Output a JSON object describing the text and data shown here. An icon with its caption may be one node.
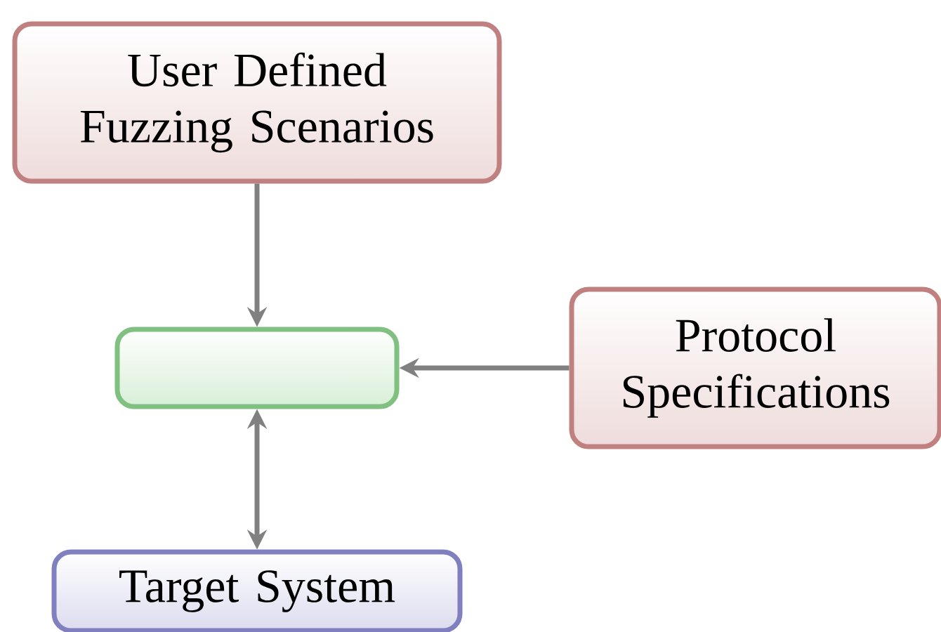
{
  "diagram": {
    "nodes": [
      {
        "text": [
          "User Defined Fuzzing Scenarios"
        ]
      },
      {
        "text": [],
        "shape": "box"
      },
      {
        "text": [
          "Protocol Specifications"
        ]
      },
      {
        "text": [
          "Target System"
        ]
      }
    ],
    "edges": [
      {
        "from": 0,
        "to": 1,
        "arrow": "to"
      },
      {
        "from": 2,
        "to": 1,
        "arrow": "to"
      },
      {
        "from": 1,
        "to": 3,
        "arrow": "both"
      }
    ]
  }
}
